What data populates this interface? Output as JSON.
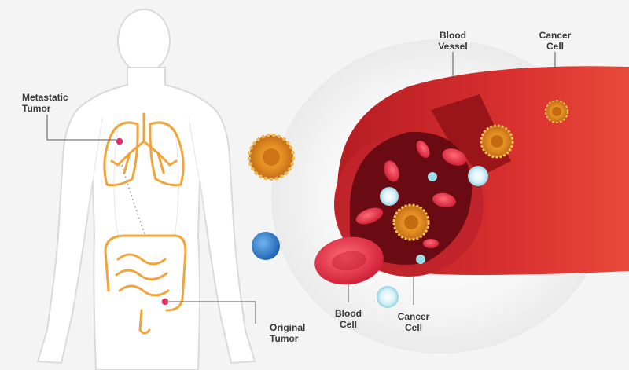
{
  "labels": {
    "metastatic_tumor": [
      "Metastatic",
      "Tumor"
    ],
    "original_tumor": [
      "Original",
      "Tumor"
    ],
    "blood_vessel": [
      "Blood",
      "Vessel"
    ],
    "cancer_cell_top": [
      "Cancer",
      "Cell"
    ],
    "blood_cell": [
      "Blood",
      "Cell"
    ],
    "cancer_cell_bottom": [
      "Cancer",
      "Cell"
    ]
  },
  "colors": {
    "body_fill": "#ffffff",
    "body_outline": "#d8d8d8",
    "organ_orange": "#f2a33a",
    "tumor_pink": "#e0306a",
    "vessel_red": "#d42a2a",
    "vessel_dark": "#8e1418",
    "lumen": "#6a0a12",
    "red_cell": "#e6394a",
    "cancer_orange": "#e08a1e",
    "white_cell": "#bfe6ef",
    "blue_cell": "#2f7fd0",
    "text": "#3a3a3a"
  }
}
